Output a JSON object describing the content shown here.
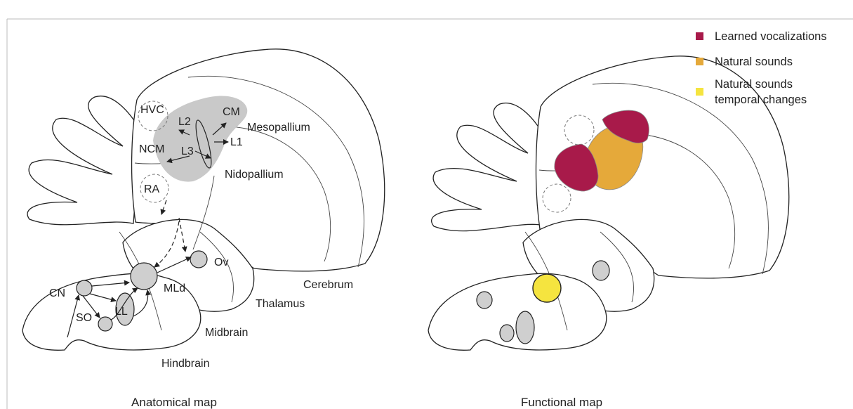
{
  "legend": {
    "items": [
      {
        "lines": [
          "Learned vocalizations"
        ],
        "color": "#a81a4a"
      },
      {
        "lines": [
          "Natural sounds"
        ],
        "color": "#e5a93a"
      },
      {
        "lines": [
          "Natural sounds",
          "temporal changes"
        ],
        "color": "#f5e43f"
      }
    ]
  },
  "anatomical": {
    "caption": "Anatomical map",
    "labels": {
      "hvc": "HVC",
      "l2": "L2",
      "cm": "CM",
      "mesopallium": "Mesopallium",
      "ncm": "NCM",
      "l3": "L3",
      "l1": "L1",
      "nidopallium": "Nidopallium",
      "ra": "RA",
      "ov": "Ov",
      "cerebrum": "Cerebrum",
      "cn": "CN",
      "mld": "MLd",
      "thalamus": "Thalamus",
      "so": "SO",
      "ll": "LL",
      "midbrain": "Midbrain",
      "hindbrain": "Hindbrain"
    }
  },
  "functional": {
    "caption": "Functional map"
  }
}
